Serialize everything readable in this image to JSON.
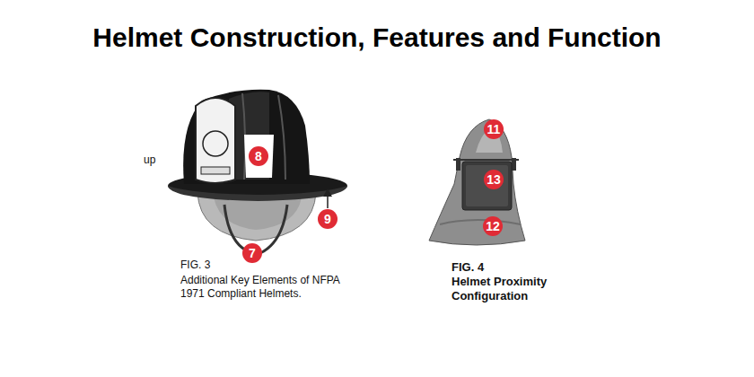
{
  "diagram": {
    "title": "Helmet Construction, Features and Function",
    "labels": [
      "up",
      "8",
      "9",
      "7",
      "FIG. 3",
      "Additional Key Elements of NFPA 1971 Compliant Helmets.",
      "11",
      "13",
      "12",
      "FIG. 4",
      "Helmet Proximity Configuration"
    ]
  }
}
